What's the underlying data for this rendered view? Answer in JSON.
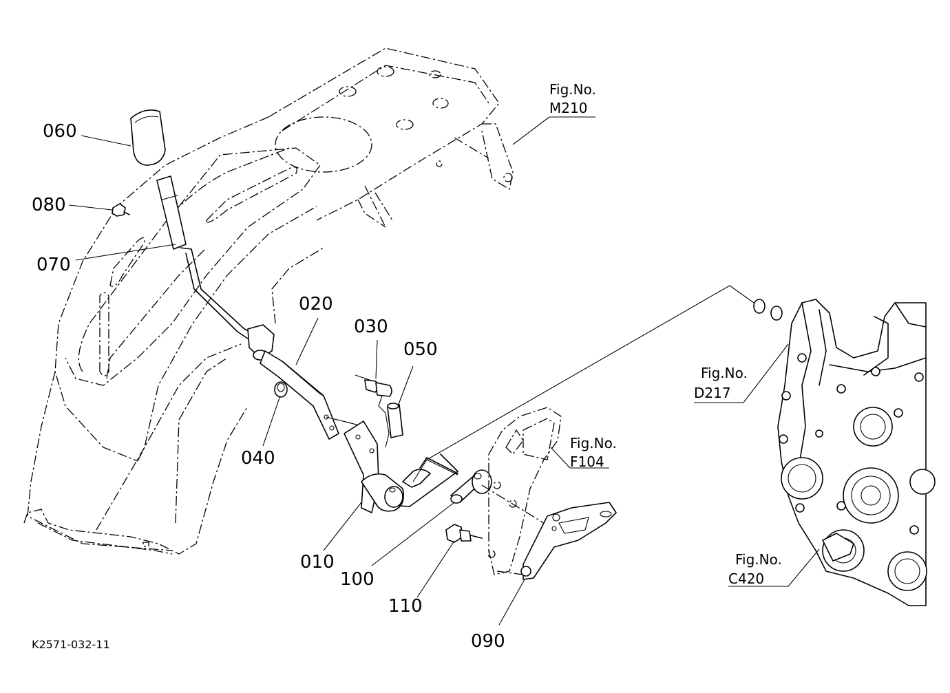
{
  "diagram_code": "K2571-032-11",
  "callouts": {
    "c010": "010",
    "c020": "020",
    "c030": "030",
    "c040": "040",
    "c050": "050",
    "c060": "060",
    "c070": "070",
    "c080": "080",
    "c090": "090",
    "c100": "100",
    "c110": "110"
  },
  "figure_refs": {
    "m210": {
      "label": "Fig.No.",
      "number": "M210"
    },
    "d217": {
      "label": "Fig.No.",
      "number": "D217"
    },
    "f104": {
      "label": "Fig.No.",
      "number": "F104"
    },
    "c420": {
      "label": "Fig.No.",
      "number": "C420"
    }
  }
}
